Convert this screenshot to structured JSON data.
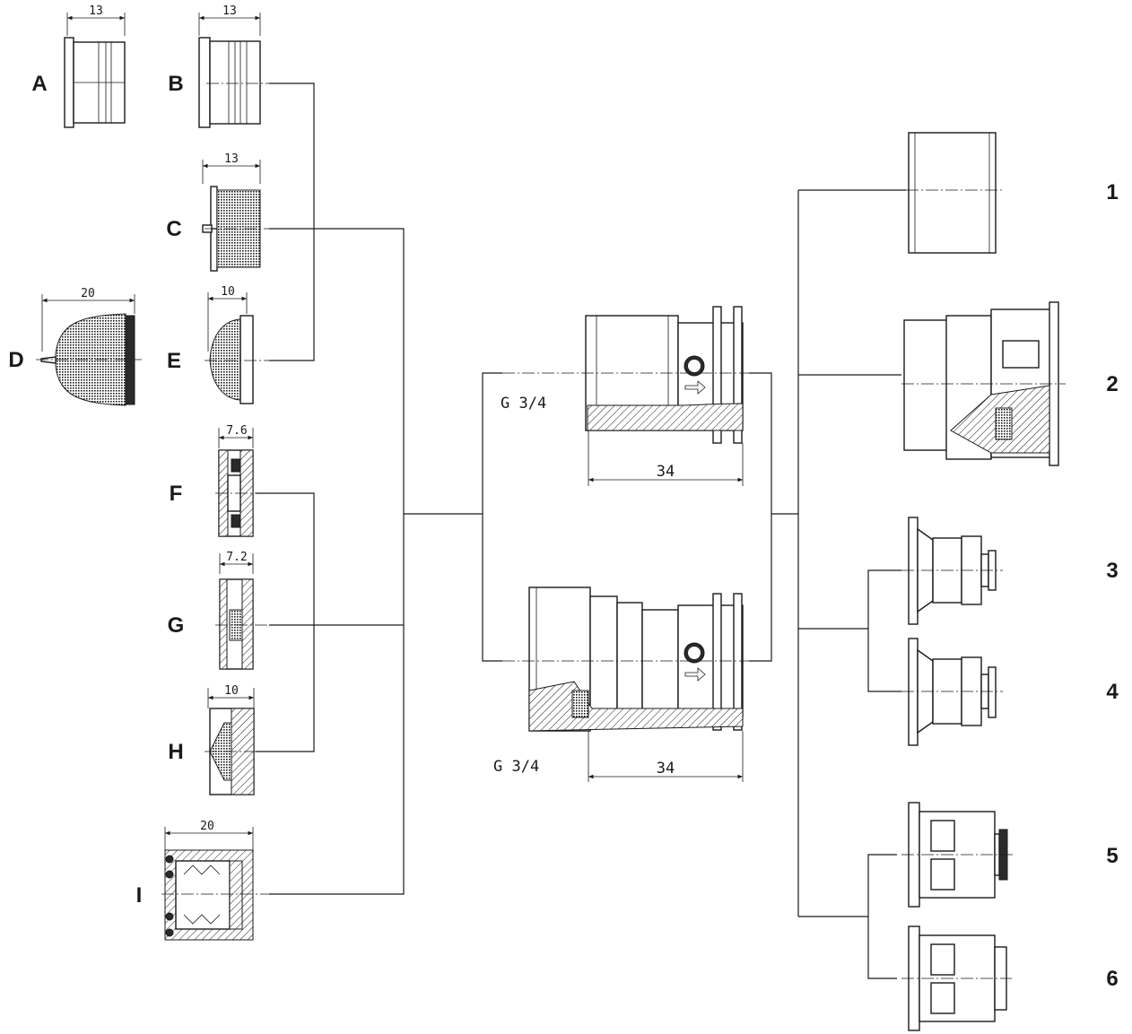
{
  "components": [
    {
      "id": "A",
      "dimension": "13"
    },
    {
      "id": "B",
      "dimension": "13"
    },
    {
      "id": "C",
      "dimension": "13"
    },
    {
      "id": "D",
      "dimension": "20"
    },
    {
      "id": "E",
      "dimension": "10"
    },
    {
      "id": "F",
      "dimension": "7.6"
    },
    {
      "id": "G",
      "dimension": "7.2"
    },
    {
      "id": "H",
      "dimension": "10"
    },
    {
      "id": "I",
      "dimension": "20"
    }
  ],
  "housings": [
    {
      "thread": "G 3/4",
      "length": "34"
    },
    {
      "thread": "G 3/4",
      "length": "34"
    }
  ],
  "variants": [
    {
      "number": "1"
    },
    {
      "number": "2"
    },
    {
      "number": "3"
    },
    {
      "number": "4"
    },
    {
      "number": "5"
    },
    {
      "number": "6"
    }
  ]
}
